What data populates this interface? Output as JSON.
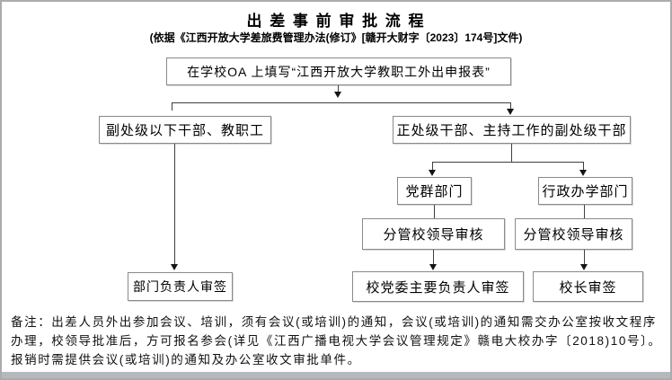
{
  "page": {
    "title": "出 差 事 前 审 批 流 程",
    "subtitle": "(依据《江西开放大学差旅费管理办法(修订》[赣开大财字〔2023〕174号]文件)"
  },
  "flowchart": {
    "nodes": {
      "start": "在学校OA 上填写“江西开放大学教职工外出申报表”",
      "left_branch": "副处级以下干部、教职工",
      "right_branch": "正处级干部、主持工作的副处级干部",
      "party_dept": "党群部门",
      "admin_dept": "行政办学部门",
      "leader_review_left": "分管校领导审核",
      "leader_review_right": "分管校领导审核",
      "dept_head_sign": "部门负责人审签",
      "party_secretary_sign": "校党委主要负责人审签",
      "president_sign": "校长审签"
    }
  },
  "note": {
    "line1": "备注：出差人员外出参加会议、培训，须有会议(或培训)的通知，会议(或培训)的通知需交办公室按收文程序",
    "line2": "办理，校领导批准后，方可报名参会(详见《江西广播电视大学会议管理规定》赣电大校办字〔2018)10号〕。",
    "line3": "报销时需提供会议(或培训)的通知及办公室收文审批单件。"
  },
  "colors": {
    "line": "#3f3f3f",
    "box_border": "#8a8a8a",
    "frame_border": "#a9adb0",
    "bottom_bar": "#b5b9bc",
    "text": "#000000",
    "background": "#ffffff"
  }
}
